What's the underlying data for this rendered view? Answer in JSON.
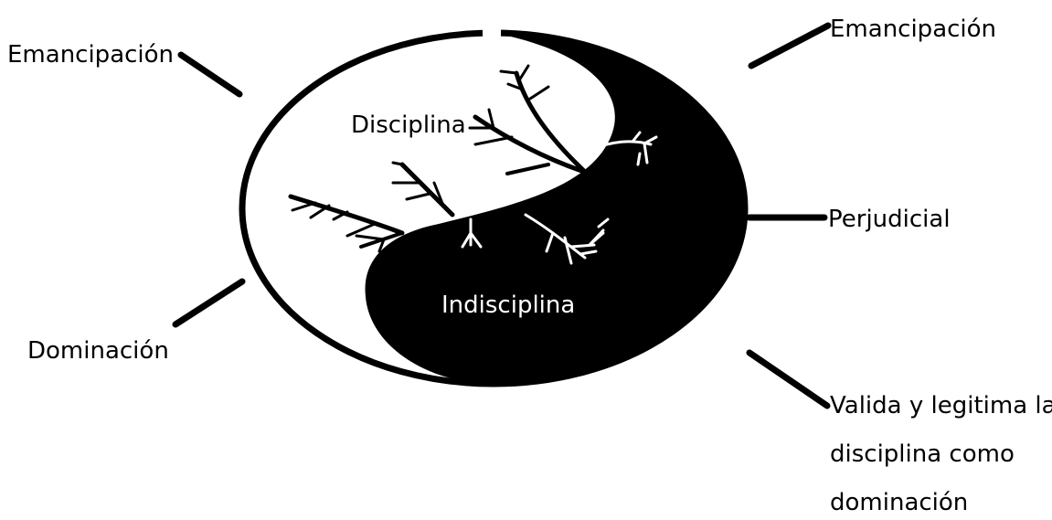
{
  "diagram": {
    "center_top": "Disciplina",
    "center_bottom": "Indisciplina",
    "labels": {
      "top_left": "Emancipación",
      "top_right": "Emancipación",
      "middle_right": "Perjudicial",
      "bottom_left": "Dominación",
      "bottom_right_line1": "Valida y legitima la",
      "bottom_right_line2": "disciplina como",
      "bottom_right_line3": "dominación"
    },
    "colors": {
      "dark": "#000000",
      "light": "#ffffff"
    }
  }
}
